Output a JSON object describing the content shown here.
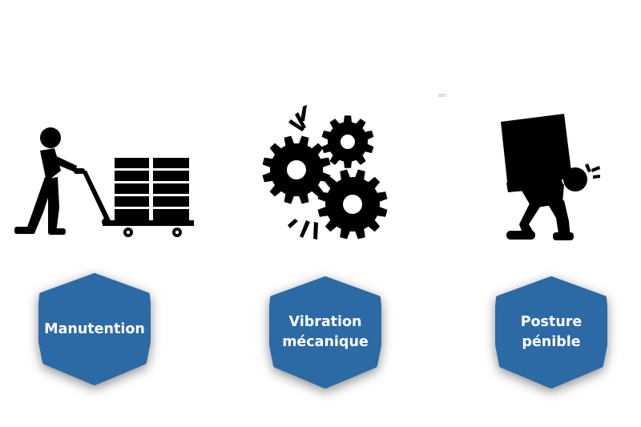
{
  "watermark": "BEV",
  "colors": {
    "badge_fill": "#2c6aa6",
    "icon_fill": "#000000",
    "badge_text": "#ffffff"
  },
  "items": [
    {
      "icon": "pallet-handling-icon",
      "label_lines": [
        "Manutention"
      ]
    },
    {
      "icon": "gears-icon",
      "label_lines": [
        "Vibration",
        "mécanique"
      ]
    },
    {
      "icon": "heavy-load-posture-icon",
      "label_lines": [
        "Posture",
        "pénible"
      ]
    }
  ]
}
